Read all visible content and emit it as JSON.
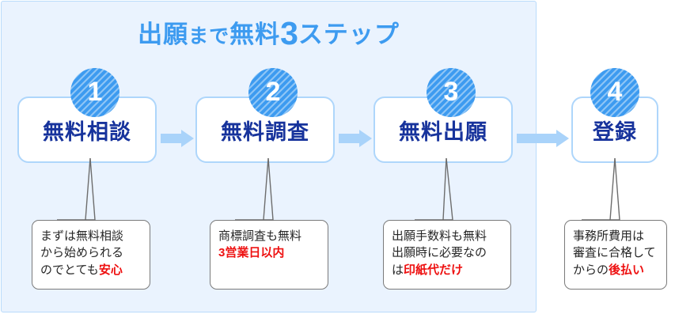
{
  "title": {
    "part1": "出願",
    "part2": "まで",
    "part3": "無料",
    "number": "3",
    "part4": "ステップ",
    "full": "出願まで無料3ステップ",
    "color": "#3d9bf0"
  },
  "colors": {
    "panel_bg": "#eaf3fe",
    "panel_border": "#b9dbfb",
    "step_border": "#aed6fb",
    "step_text": "#17339c",
    "badge_bg": "#3d9bf0",
    "arrow": "#a9d3fa",
    "caption_border": "#7a7a7a",
    "caption_text": "#262626",
    "highlight": "#ee1111"
  },
  "steps": [
    {
      "number": "1",
      "label": "無料相談"
    },
    {
      "number": "2",
      "label": "無料調査"
    },
    {
      "number": "3",
      "label": "無料出願"
    },
    {
      "number": "4",
      "label": "登録"
    }
  ],
  "captions": [
    {
      "line1": "まずは無料相談",
      "line2": "から始められる",
      "line3_plain": "のでとても",
      "line3_highlight": "安心"
    },
    {
      "line1": "商標調査も無料",
      "line2_highlight": "3営業日以内",
      "line3_plain": "",
      "line3_highlight": ""
    },
    {
      "line1": "出願手数料も無料",
      "line2": "出願時に必要なの",
      "line3_plain": "は",
      "line3_highlight": "印紙代だけ"
    },
    {
      "line1": "事務所費用は",
      "line2": "審査に合格して",
      "line3_plain": "からの",
      "line3_highlight": "後払い"
    }
  ]
}
